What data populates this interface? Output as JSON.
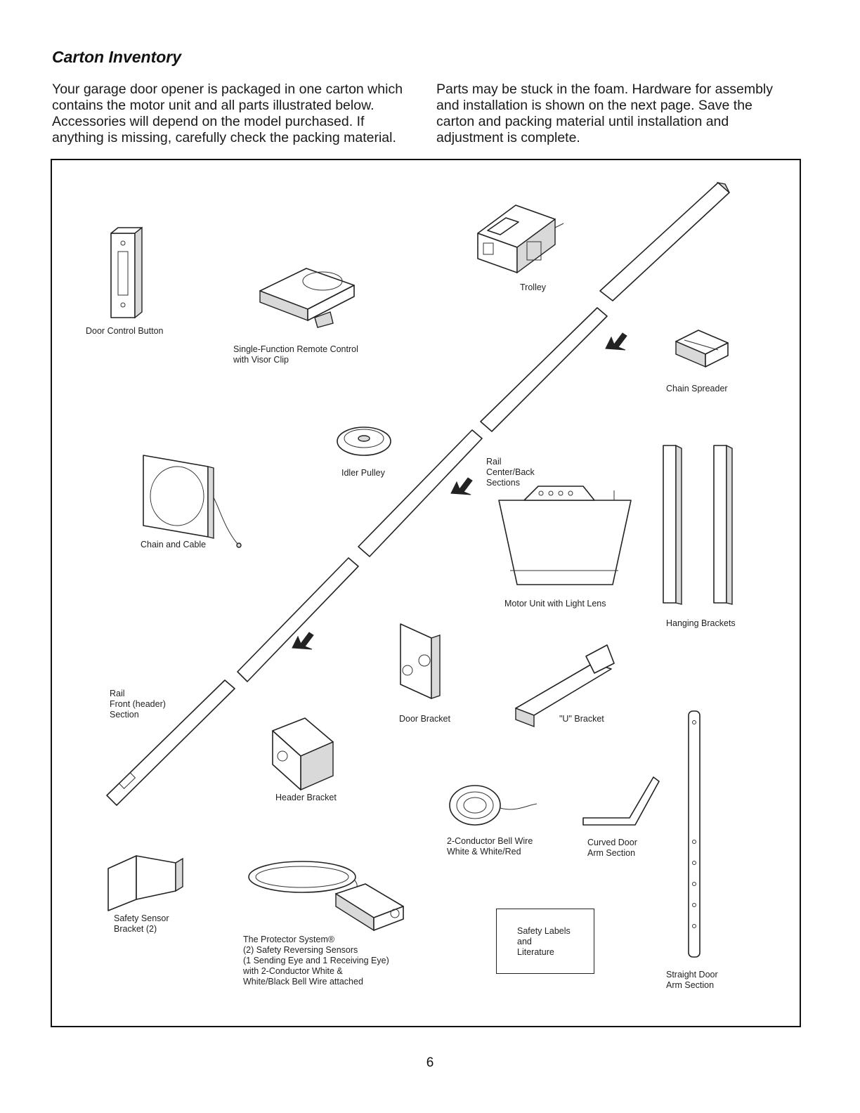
{
  "title": "Carton Inventory",
  "intro": {
    "left": "Your garage door opener is packaged in one carton which contains the motor unit and all parts illustrated below. Accessories will depend on the model purchased. If anything is missing, carefully check the packing material.",
    "right": "Parts may be stuck in the foam. Hardware for assembly and installation is shown on the next page. Save the carton and packing material until installation and adjustment is complete."
  },
  "parts": {
    "door_control_button": "Door Control Button",
    "remote_control": "Single-Function Remote Control\nwith Visor Clip",
    "trolley": "Trolley",
    "chain_spreader": "Chain Spreader",
    "idler_pulley": "Idler Pulley",
    "rail_center_back": "Rail\nCenter/Back\nSections",
    "chain_and_cable": "Chain and Cable",
    "motor_unit": "Motor Unit with Light Lens",
    "hanging_brackets": "Hanging Brackets",
    "rail_front": "Rail\nFront (header)\nSection",
    "door_bracket": "Door Bracket",
    "u_bracket": "\"U\" Bracket",
    "header_bracket": "Header Bracket",
    "bell_wire": "2-Conductor Bell Wire\nWhite & White/Red",
    "curved_door_arm": "Curved Door\nArm Section",
    "safety_sensor_bracket": "Safety Sensor\nBracket (2)",
    "protector_system": "The Protector System®\n(2) Safety Reversing Sensors\n(1 Sending Eye and 1 Receiving Eye)\nwith 2-Conductor White &\nWhite/Black Bell Wire attached",
    "safety_labels": "Safety Labels\nand\nLiterature",
    "straight_door_arm": "Straight Door\nArm Section"
  },
  "page_number": "6"
}
